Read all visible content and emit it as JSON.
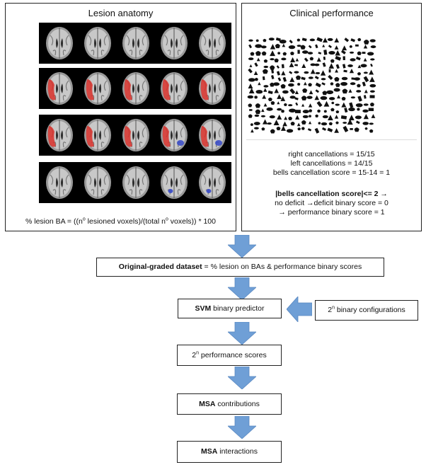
{
  "lesion_panel": {
    "title": "Lesion anatomy",
    "formula_prefix": "% lesion BA = ((n",
    "formula_sup1": "o",
    "formula_mid": " lesioned voxels)/(total n",
    "formula_sup2": "o",
    "formula_suffix": " voxels)) * 100"
  },
  "performance_panel": {
    "title": "Clinical performance",
    "right_cancellations": "right cancellations = 15/15",
    "left_cancellations": "left cancellations = 14/15",
    "bells_score": "bells cancellation score = 15-14 = 1",
    "rule_bold": "|bells cancellation score|<= 2",
    "rule_arrow": " →",
    "no_deficit": "no deficit →deficit binary score = 0",
    "perf_binary": "→ performance binary score =  1"
  },
  "flow": {
    "dataset_bold": "Original-graded dataset",
    "dataset_rest": " = % lesion on BAs & performance binary scores",
    "svm_bold": "SVM",
    "svm_rest": " binary predictor",
    "config_pre": "2",
    "config_sup": "n",
    "config_rest": " binary configurations",
    "scores_pre": "2",
    "scores_sup": "n",
    "scores_rest": " performance scores",
    "msa_contrib_bold": "MSA",
    "msa_contrib_rest": " contributions",
    "msa_inter_bold": "MSA",
    "msa_inter_rest": " interactions"
  },
  "colors": {
    "arrow_fill": "#6f9fd6",
    "lesion_red": "#d9302a",
    "lesion_blue": "#3548c8"
  }
}
